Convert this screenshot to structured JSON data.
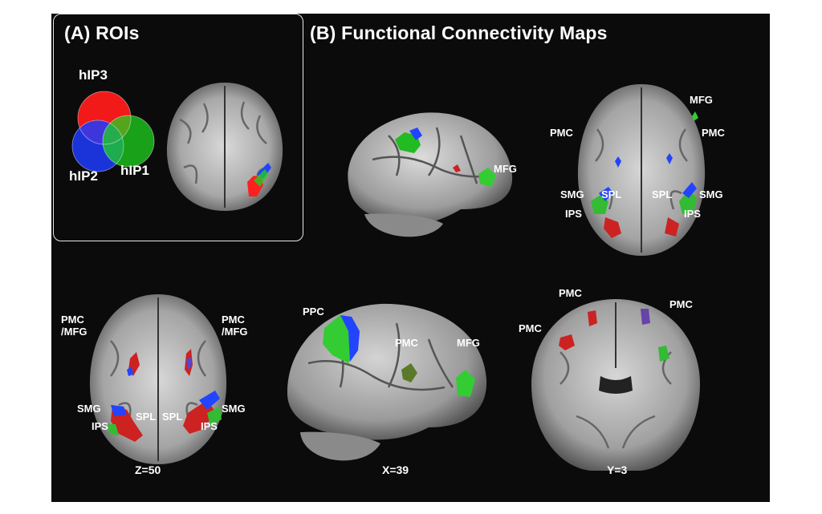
{
  "panel_a": {
    "title": "(A) ROIs",
    "roi_labels": {
      "hip3": "hIP3",
      "hip2": "hIP2",
      "hip1": "hIP1"
    },
    "colors": {
      "hip3": "#ff1a1a",
      "hip2": "#1f3cff",
      "hip1": "#1fd41f"
    }
  },
  "panel_b": {
    "title": "(B)  Functional Connectivity Maps",
    "lateral": {
      "mfg": "MFG"
    },
    "axial_top": {
      "mfg": "MFG",
      "pmc_left": "PMC",
      "pmc_right": "PMC",
      "smg_left": "SMG",
      "spl_left": "SPL",
      "spl_right": "SPL",
      "smg_right": "SMG",
      "ips_left": "IPS",
      "ips_right": "IPS"
    },
    "axial_z": {
      "pmc_mfg_left_1": "PMC",
      "pmc_mfg_left_2": "/MFG",
      "pmc_mfg_right_1": "PMC",
      "pmc_mfg_right_2": "/MFG",
      "smg_left": "SMG",
      "ips_left": "IPS",
      "spl_left": "SPL",
      "spl_right": "SPL",
      "ips_right": "IPS",
      "smg_right": "SMG",
      "coord": "Z=50"
    },
    "sagittal": {
      "ppc": "PPC",
      "pmc": "PMC",
      "mfg": "MFG",
      "coord": "X=39"
    },
    "coronal": {
      "pmc_top_left": "PMC",
      "pmc_top_right": "PMC",
      "pmc_left": "PMC",
      "coord": "Y=3"
    }
  }
}
